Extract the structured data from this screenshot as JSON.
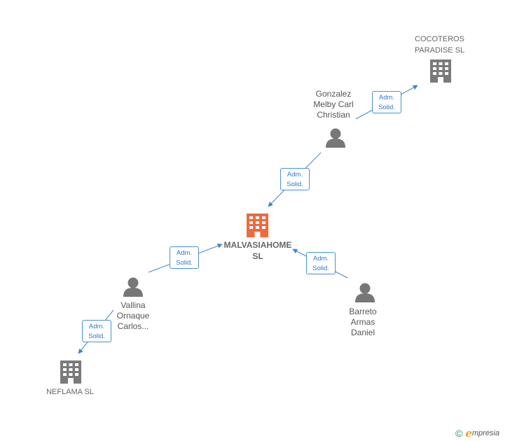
{
  "colors": {
    "edge": "#3d85d4",
    "person_icon": "#777777",
    "company_icon": "#7a7a7a",
    "main_company_icon": "#f06a3d"
  },
  "nodes": {
    "cocoteros": {
      "label": "COCOTEROS\nPARADISE  SL",
      "icon": "building-icon"
    },
    "gonzalez": {
      "label": "Gonzalez\nMelby Carl\nChristian",
      "icon": "person-icon"
    },
    "malvasia": {
      "label": "MALVASIAHOME\nSL",
      "icon": "building-icon"
    },
    "vallina": {
      "label": "Vallina\nOrnaque\nCarlos...",
      "icon": "person-icon"
    },
    "barreto": {
      "label": "Barreto\nArmas\nDaniel",
      "icon": "person-icon"
    },
    "neflama": {
      "label": "NEFLAMA  SL",
      "icon": "building-icon"
    }
  },
  "edges": [
    {
      "line1": "Adm.",
      "line2": "Solid."
    },
    {
      "line1": "Adm.",
      "line2": "Solid."
    },
    {
      "line1": "Adm.",
      "line2": "Solid."
    },
    {
      "line1": "Adm.",
      "line2": "Solid."
    },
    {
      "line1": "Adm.",
      "line2": "Solid."
    }
  ],
  "brand": {
    "copyright": "©",
    "initial": "e",
    "rest": "mpresia"
  }
}
